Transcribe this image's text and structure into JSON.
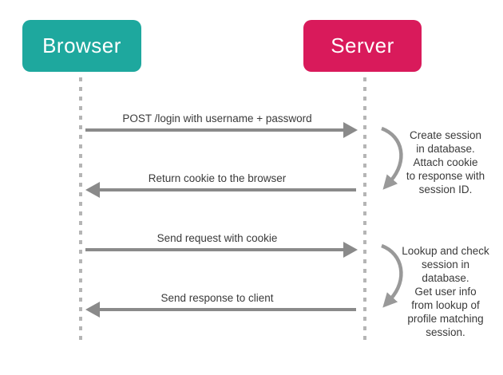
{
  "colors": {
    "background": "#ffffff",
    "teal": "#1ea89e",
    "pink": "#d91a5b",
    "arrow": "#8a8a8a",
    "curve": "#999999",
    "lifeline": "#b5b5b5",
    "text": "#3a3a3a",
    "actor_text": "#ffffff"
  },
  "diagram": {
    "actors": [
      {
        "label": "Browser"
      },
      {
        "label": "Server"
      }
    ],
    "messages": [
      {
        "label": "POST /login with username + password",
        "from": "Browser",
        "to": "Server"
      },
      {
        "label": "Return cookie to the browser",
        "from": "Server",
        "to": "Browser"
      },
      {
        "label": "Send request with cookie",
        "from": "Browser",
        "to": "Server"
      },
      {
        "label": "Send response to client",
        "from": "Server",
        "to": "Browser"
      }
    ],
    "server_notes": [
      {
        "text": "Create session\nin database.\nAttach cookie\nto response with\nsession ID."
      },
      {
        "text": "Lookup and check\nsession in\ndatabase.\nGet user info\nfrom lookup of\nprofile matching\nsession."
      }
    ]
  }
}
